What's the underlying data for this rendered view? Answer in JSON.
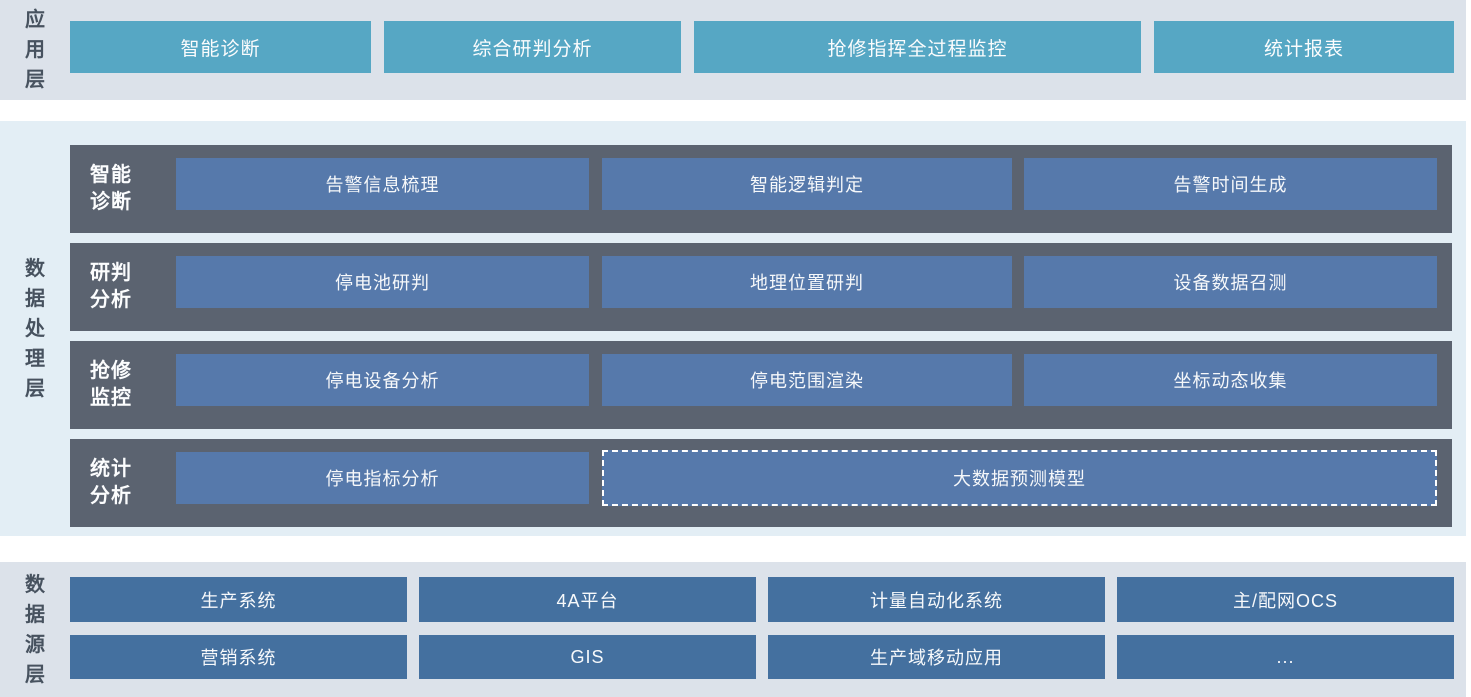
{
  "app": {
    "label": "应用层",
    "items": [
      "智能诊断",
      "综合研判分析",
      "抢修指挥全过程监控",
      "统计报表"
    ]
  },
  "processing": {
    "label": "数据处理层",
    "rows": [
      {
        "title": "智能诊断",
        "items": [
          "告警信息梳理",
          "智能逻辑判定",
          "告警时间生成"
        ]
      },
      {
        "title": "研判分析",
        "items": [
          "停电池研判",
          "地理位置研判",
          "设备数据召测"
        ]
      },
      {
        "title": "抢修监控",
        "items": [
          "停电设备分析",
          "停电范围渲染",
          "坐标动态收集"
        ]
      },
      {
        "title": "统计分析",
        "items": [
          "停电指标分析",
          "大数据预测模型"
        ]
      }
    ]
  },
  "source": {
    "label": "数据源层",
    "rows": [
      [
        "生产系统",
        "4A平台",
        "计量自动化系统",
        "主/配网OCS"
      ],
      [
        "营销系统",
        "GIS",
        "生产域移动应用",
        "..."
      ]
    ]
  },
  "colors": {
    "app_button_teal": "#56a7c4",
    "processing_row_dark": "#5b6370",
    "processing_box_blue": "#5679ab",
    "source_box_blue": "#44709f",
    "band_gray_blue": "#dce2ea",
    "band_light_blue": "#e3eef5",
    "side_label_text": "#47525f",
    "box_text": "#ffffff"
  }
}
